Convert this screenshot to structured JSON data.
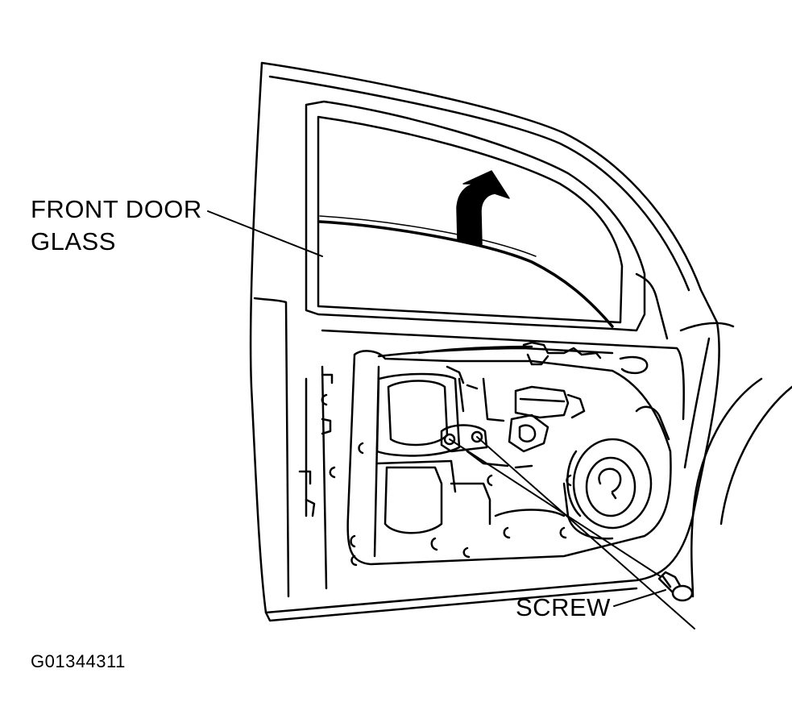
{
  "labels": {
    "glass_line1": "FRONT DOOR",
    "glass_line2": "GLASS",
    "screw": "SCREW"
  },
  "figure_code": "G01344311",
  "icons": {
    "direction_arrow": "up-arrow-icon",
    "screw": "screw-icon",
    "speaker": "speaker-icon"
  },
  "colors": {
    "ink": "#000000",
    "paper": "#ffffff"
  }
}
